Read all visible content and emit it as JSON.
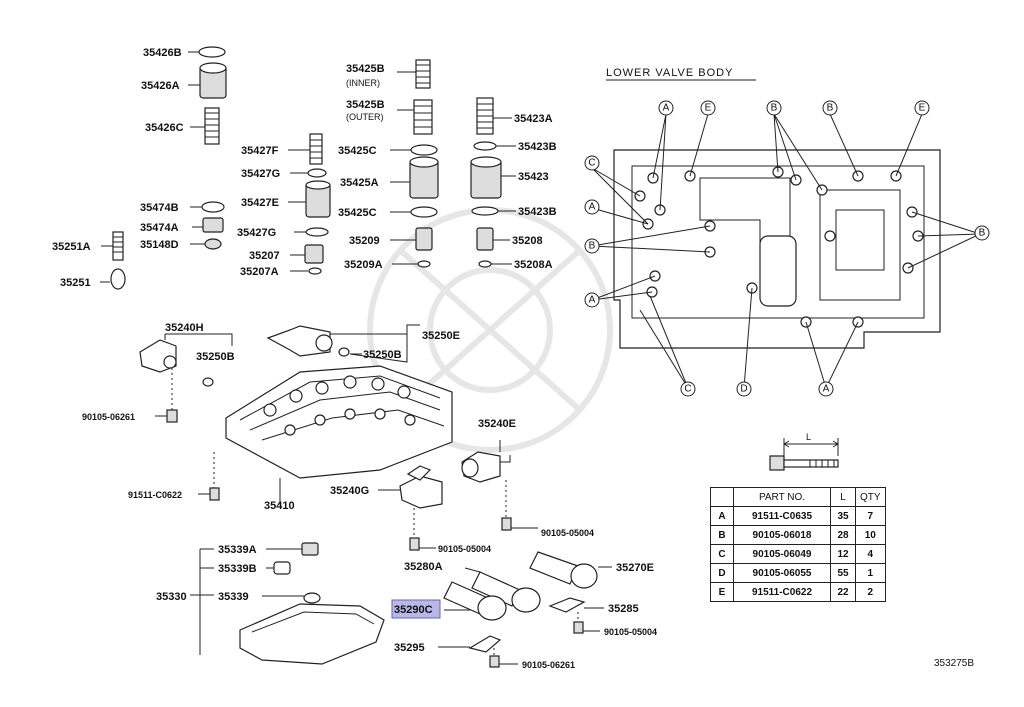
{
  "title": "LOWER VALVE BODY",
  "page_code": "353275B",
  "part_labels": {
    "p35426B": "35426B",
    "p35426A": "35426A",
    "p35426C": "35426C",
    "p35427F": "35427F",
    "p35427G_top": "35427G",
    "p35427E": "35427E",
    "p35427G_bot": "35427G",
    "p35474B": "35474B",
    "p35474A": "35474A",
    "p35148D": "35148D",
    "p35251A": "35251A",
    "p35251": "35251",
    "p35207": "35207",
    "p35207A": "35207A",
    "p35425B_inner": "35425B",
    "p35425B_inner_note": "(INNER)",
    "p35425B_outer": "35425B",
    "p35425B_outer_note": "(OUTER)",
    "p35425C_top": "35425C",
    "p35425A": "35425A",
    "p35425C_bot": "35425C",
    "p35209": "35209",
    "p35209A": "35209A",
    "p35423A": "35423A",
    "p35423B_top": "35423B",
    "p35423": "35423",
    "p35423B_bot": "35423B",
    "p35208": "35208",
    "p35208A": "35208A",
    "p35240H": "35240H",
    "p35250B_left": "35250B",
    "p35250E": "35250E",
    "p35250B_right": "35250B",
    "p90105_06261_top": "90105-06261",
    "p91511_C0622": "91511-C0622",
    "p35410": "35410",
    "p35240E": "35240E",
    "p35240G": "35240G",
    "p90105_05004_a": "90105-05004",
    "p90105_05004_b": "90105-05004",
    "p35339A": "35339A",
    "p35339B": "35339B",
    "p35330": "35330",
    "p35339": "35339",
    "p35280A": "35280A",
    "p35270E": "35270E",
    "p35290C": "35290C",
    "p35285": "35285",
    "p90105_05004_c": "90105-05004",
    "p35295": "35295",
    "p90105_06261_bot": "90105-06261"
  },
  "callouts": [
    "A",
    "B",
    "C",
    "D",
    "E"
  ],
  "bolt_dim_label": "L",
  "table": {
    "headers": [
      "",
      "PART NO.",
      "L",
      "QTY"
    ],
    "rows": [
      {
        "key": "A",
        "part_no": "91511-C0635",
        "l": "35",
        "qty": "7"
      },
      {
        "key": "B",
        "part_no": "90105-06018",
        "l": "28",
        "qty": "10"
      },
      {
        "key": "C",
        "part_no": "90105-06049",
        "l": "12",
        "qty": "4"
      },
      {
        "key": "D",
        "part_no": "90105-06055",
        "l": "55",
        "qty": "1"
      },
      {
        "key": "E",
        "part_no": "91511-C0622",
        "l": "22",
        "qty": "2"
      }
    ]
  }
}
